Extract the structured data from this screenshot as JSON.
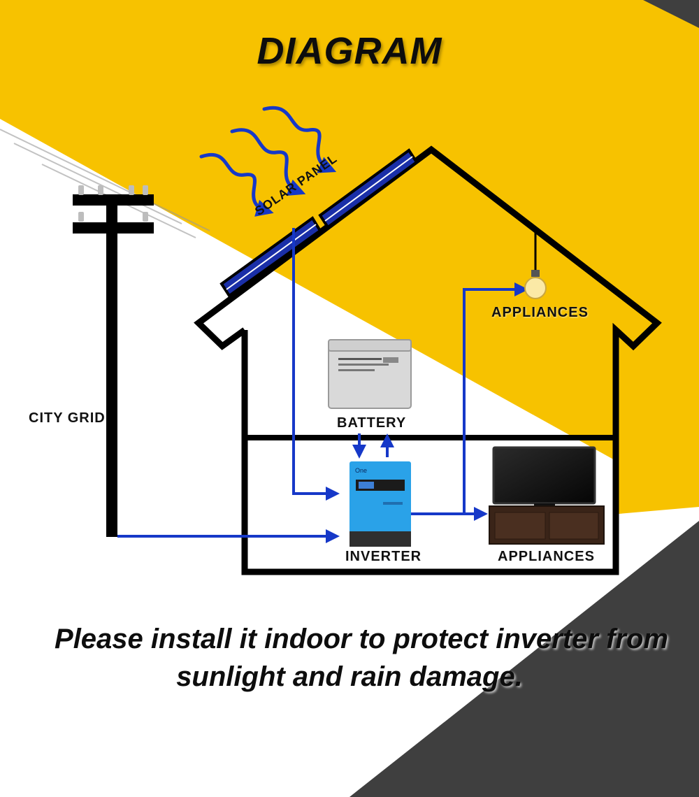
{
  "title": "DIAGRAM",
  "labels": {
    "solar_panel": "SOLAR PANEL",
    "city_grid": "CITY GRID",
    "battery": "BATTERY",
    "inverter": "INVERTER",
    "appliances_tv": "APPLIANCES",
    "appliances_bulb": "APPLIANCES"
  },
  "note": {
    "line1": "Please install it indoor to protect inverter from",
    "line2": "sunlight and rain damage."
  },
  "colors": {
    "yellow": "#F7C200",
    "dark_gray": "#3F3F3F",
    "flow_blue": "#1638C8",
    "outline": "#000000"
  }
}
